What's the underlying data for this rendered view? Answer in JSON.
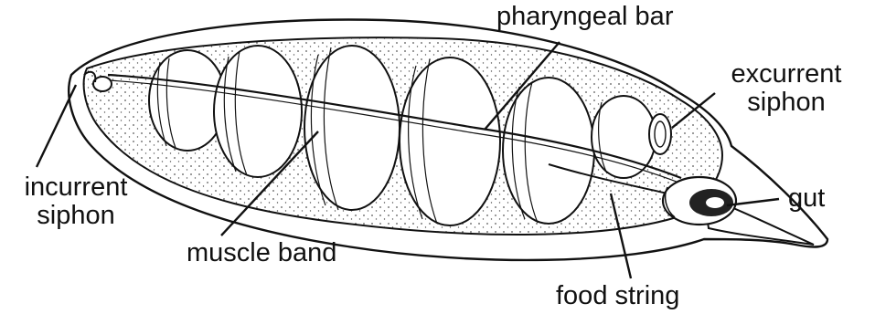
{
  "diagram": {
    "labels": {
      "pharyngeal_bar": "pharyngeal bar",
      "excurrent_siphon": [
        "excurrent",
        "siphon"
      ],
      "incurrent_siphon": [
        "incurrent",
        "siphon"
      ],
      "muscle_band": "muscle band",
      "gut": "gut",
      "food_string": "food string"
    },
    "colors": {
      "ink": "#111111",
      "background": "#ffffff",
      "stipple": "#555555"
    }
  }
}
